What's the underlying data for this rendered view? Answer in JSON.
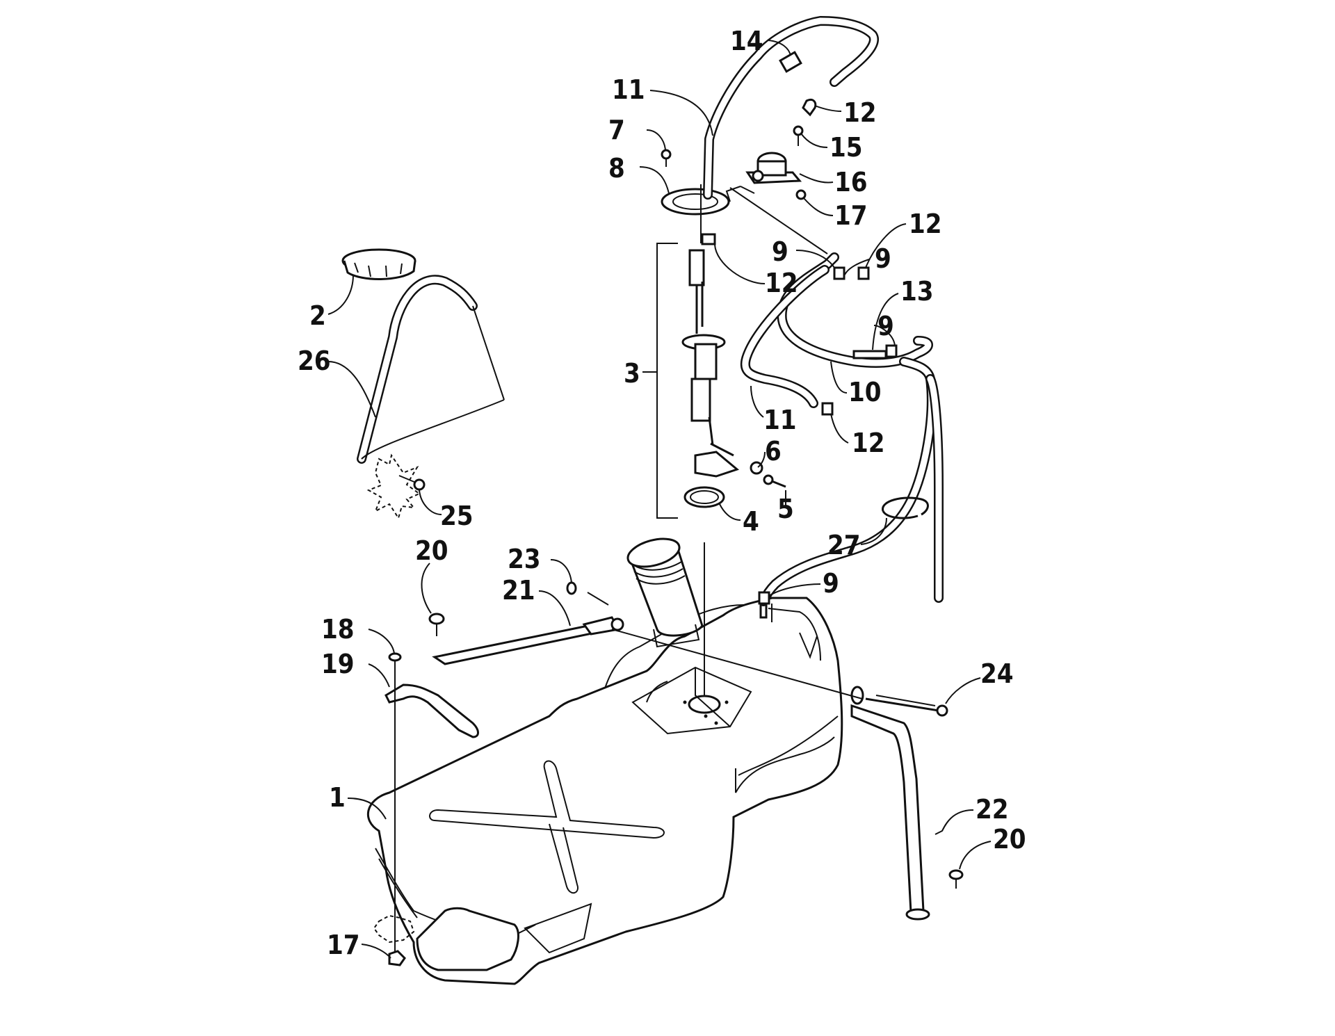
{
  "labels": {
    "l1": "1",
    "l2": "2",
    "l3": "3",
    "l4": "4",
    "l5": "5",
    "l6": "6",
    "l7": "7",
    "l8": "8",
    "l9a": "9",
    "l9b": "9",
    "l9c": "9",
    "l9d": "9",
    "l10": "10",
    "l11a": "11",
    "l11b": "11",
    "l12a": "12",
    "l12b": "12",
    "l12c": "12",
    "l12d": "12",
    "l13": "13",
    "l14": "14",
    "l15": "15",
    "l16": "16",
    "l17a": "17",
    "l17b": "17",
    "l18": "18",
    "l19": "19",
    "l20a": "20",
    "l20b": "20",
    "l21": "21",
    "l22": "22",
    "l23": "23",
    "l24": "24",
    "l25": "25",
    "l26": "26",
    "l27": "27"
  }
}
